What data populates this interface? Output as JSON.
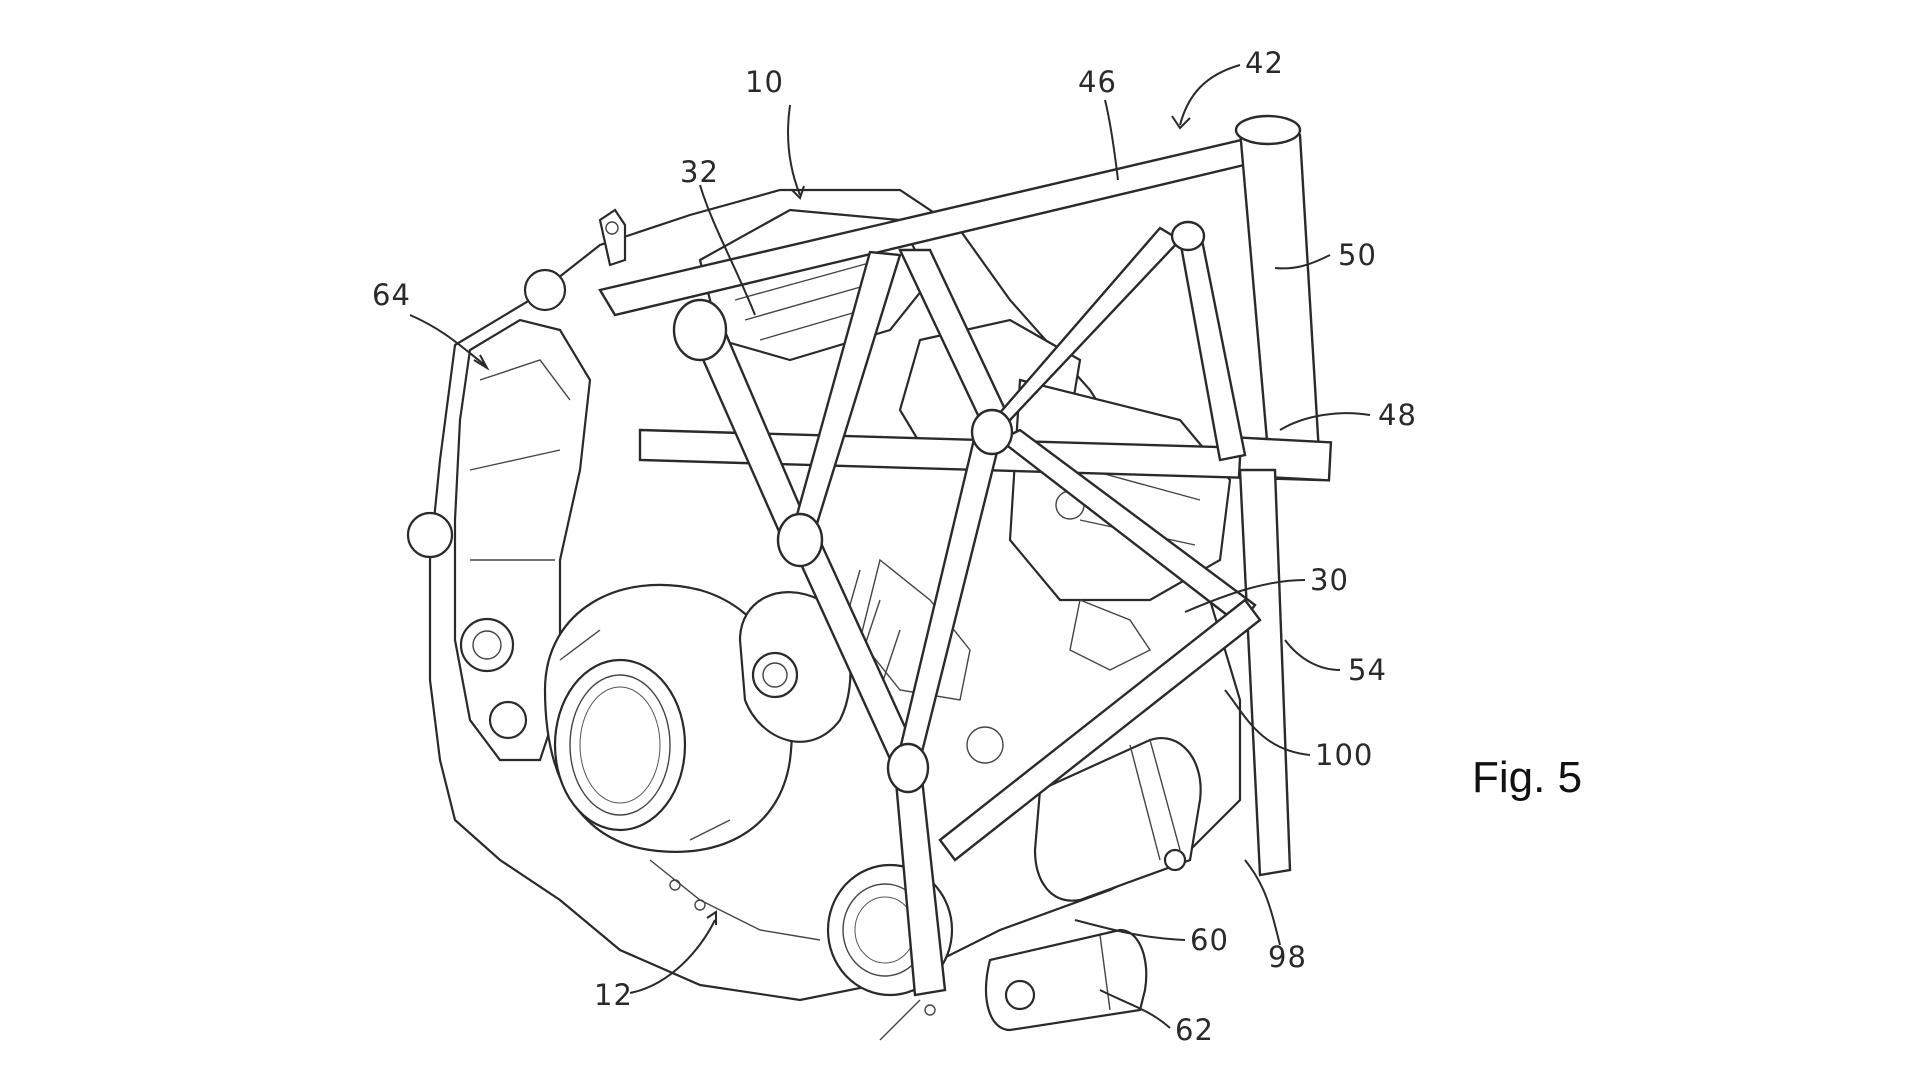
{
  "figure": {
    "caption": "Fig. 5",
    "ref_labels": [
      "10",
      "12",
      "30",
      "32",
      "42",
      "46",
      "48",
      "50",
      "54",
      "60",
      "62",
      "64",
      "98",
      "100"
    ]
  },
  "colors": {
    "line": "#2a2a2a",
    "background": "#ffffff"
  }
}
